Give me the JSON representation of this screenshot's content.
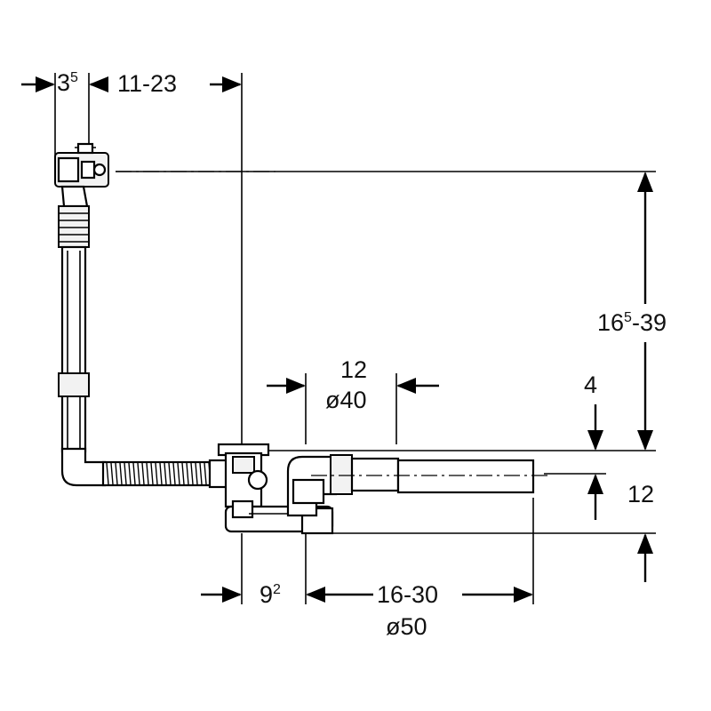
{
  "dimensions": {
    "top_left_base": "3",
    "top_left_sup": "5",
    "top_right": "11-23",
    "height_base": "16",
    "height_sup": "5",
    "height_rest": "-39",
    "center_top_1": "12",
    "center_top_2": "ø40",
    "overflow_height": "4",
    "pipe_height": "12",
    "bottom_left_base": "9",
    "bottom_left_sup": "2",
    "bottom_right_1": "16-30",
    "bottom_right_2": "ø50"
  }
}
